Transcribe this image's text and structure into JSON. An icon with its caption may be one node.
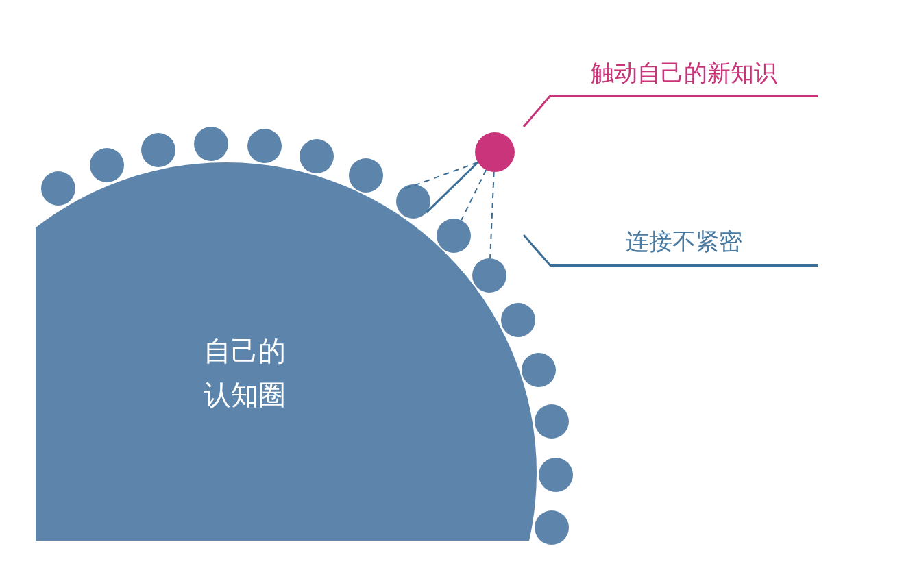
{
  "diagram": {
    "nodes": [
      {
        "text": [
          "自己的认知圈"
        ]
      },
      {
        "text": [],
        "shape": "circle"
      },
      {
        "text": [],
        "shape": "circle"
      },
      {
        "text": [],
        "shape": "circle"
      },
      {
        "text": [],
        "shape": "circle"
      },
      {
        "text": [],
        "shape": "circle"
      },
      {
        "text": [],
        "shape": "circle"
      },
      {
        "text": [],
        "shape": "circle"
      },
      {
        "text": [],
        "shape": "circle"
      },
      {
        "text": [],
        "shape": "circle"
      },
      {
        "text": [],
        "shape": "circle"
      },
      {
        "text": [],
        "shape": "circle"
      },
      {
        "text": [],
        "shape": "circle"
      },
      {
        "text": [],
        "shape": "circle"
      },
      {
        "text": [],
        "shape": "circle"
      },
      {
        "text": [],
        "shape": "circle"
      },
      {
        "text": [],
        "shape": "circle"
      },
      {
        "text": [
          "触动自己的新知识"
        ]
      },
      {
        "text": [
          "连接不紧密"
        ]
      }
    ],
    "edges": [
      {
        "from": 16,
        "to": 8,
        "arrow": "none",
        "style": "dashed"
      },
      {
        "from": 16,
        "to": 8,
        "arrow": "none"
      },
      {
        "from": 16,
        "to": 9,
        "arrow": "none",
        "style": "dashed"
      },
      {
        "from": 16,
        "to": 10,
        "arrow": "none",
        "style": "dashed"
      },
      {
        "from": 17,
        "to": 16,
        "arrow": "none",
        "color": "#c9347a"
      },
      {
        "from": 18,
        "to": null,
        "arrow": "none"
      }
    ]
  }
}
